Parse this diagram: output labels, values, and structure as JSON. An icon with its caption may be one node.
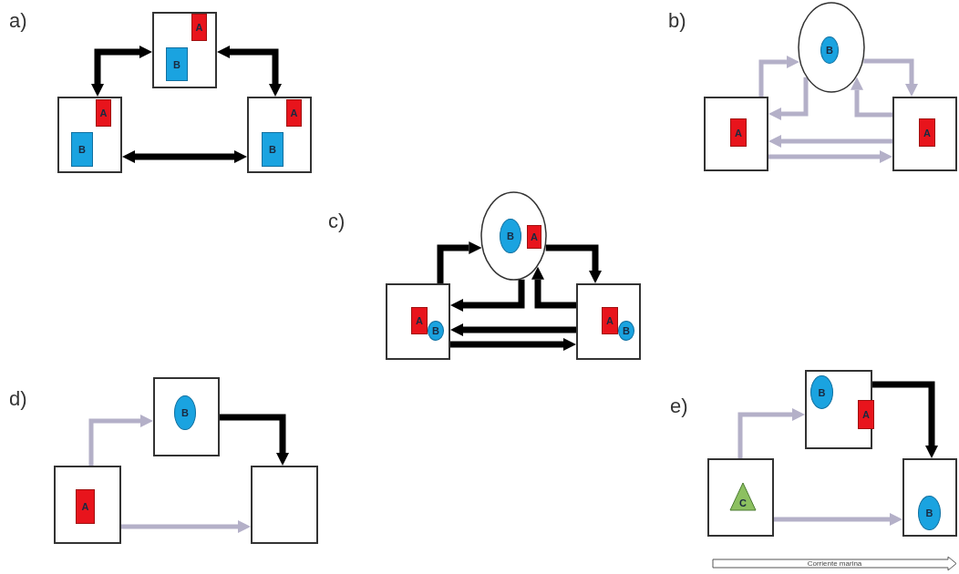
{
  "diagram": {
    "nodes": [
      {
        "text": [],
        "shape": "box"
      },
      {
        "text": [
          "A"
        ],
        "in": 0
      },
      {
        "text": [
          "B"
        ],
        "in": 0
      },
      {
        "text": [],
        "shape": "box"
      },
      {
        "text": [
          "A"
        ],
        "in": 3
      },
      {
        "text": [
          "B"
        ],
        "in": 3
      },
      {
        "text": [],
        "shape": "box"
      },
      {
        "text": [
          "A"
        ],
        "in": 6
      },
      {
        "text": [
          "B"
        ],
        "in": 6
      },
      {
        "text": [],
        "shape": "circle"
      },
      {
        "text": [
          "B"
        ],
        "in": 9
      },
      {
        "text": [],
        "shape": "box"
      },
      {
        "text": [
          "A"
        ],
        "in": 11
      },
      {
        "text": [],
        "shape": "box"
      },
      {
        "text": [
          "A"
        ],
        "in": 13
      },
      {
        "text": [],
        "shape": "circle"
      },
      {
        "text": [
          "B"
        ],
        "in": 15
      },
      {
        "text": [
          "A"
        ],
        "in": 15
      },
      {
        "text": [],
        "shape": "box"
      },
      {
        "text": [
          "A"
        ],
        "in": 18
      },
      {
        "text": [
          "B"
        ],
        "in": 18
      },
      {
        "text": [],
        "shape": "box"
      },
      {
        "text": [
          "A"
        ],
        "in": 21
      },
      {
        "text": [
          "B"
        ],
        "in": 21
      },
      {
        "text": [],
        "shape": "box"
      },
      {
        "text": [
          "B"
        ],
        "in": 24
      },
      {
        "text": [],
        "shape": "box"
      },
      {
        "text": [
          "A"
        ],
        "in": 26
      },
      {
        "text": [],
        "shape": "box"
      },
      {
        "text": [],
        "shape": "box"
      },
      {
        "text": [
          "B"
        ],
        "in": 29
      },
      {
        "text": [
          "A"
        ],
        "in": 29
      },
      {
        "text": [],
        "shape": "box"
      },
      {
        "text": [
          "C"
        ],
        "in": 32
      },
      {
        "text": [],
        "shape": "box"
      },
      {
        "text": [
          "B"
        ],
        "in": 34
      },
      {
        "text": [
          "Corriente marina"
        ]
      }
    ],
    "edges": [
      {
        "from": 0,
        "to": 3,
        "arrow": "both"
      },
      {
        "from": 0,
        "to": 6,
        "arrow": "both"
      },
      {
        "from": 3,
        "to": 6,
        "arrow": "both"
      },
      {
        "from": 11,
        "to": 9,
        "arrow": "to",
        "color": "#b4b0c8"
      },
      {
        "from": 9,
        "to": 13,
        "arrow": "to",
        "color": "#b4b0c8"
      },
      {
        "from": 9,
        "to": 11,
        "arrow": "to",
        "color": "#b4b0c8"
      },
      {
        "from": 13,
        "to": 9,
        "arrow": "to",
        "color": "#b4b0c8"
      },
      {
        "from": 13,
        "to": 11,
        "arrow": "to",
        "color": "#b4b0c8"
      },
      {
        "from": 11,
        "to": 13,
        "arrow": "to",
        "color": "#b4b0c8"
      },
      {
        "from": 18,
        "to": 15,
        "arrow": "to"
      },
      {
        "from": 15,
        "to": 21,
        "arrow": "to"
      },
      {
        "from": 15,
        "to": 18,
        "arrow": "to"
      },
      {
        "from": 21,
        "to": 15,
        "arrow": "to"
      },
      {
        "from": 21,
        "to": 18,
        "arrow": "to"
      },
      {
        "from": 18,
        "to": 21,
        "arrow": "to"
      },
      {
        "from": 26,
        "to": 24,
        "arrow": "to",
        "color": "#b4b0c8"
      },
      {
        "from": 24,
        "to": 28,
        "arrow": "to"
      },
      {
        "from": 26,
        "to": 28,
        "arrow": "to",
        "color": "#b4b0c8"
      },
      {
        "from": 32,
        "to": 29,
        "arrow": "to",
        "color": "#b4b0c8"
      },
      {
        "from": 29,
        "to": 34,
        "arrow": "to"
      },
      {
        "from": 32,
        "to": 34,
        "arrow": "to",
        "color": "#b4b0c8"
      }
    ],
    "labels": [
      "a)",
      "b)",
      "c)",
      "d)",
      "e)"
    ]
  }
}
